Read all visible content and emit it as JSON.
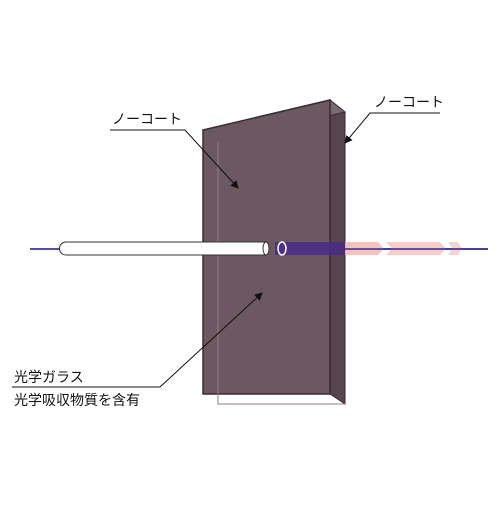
{
  "labels": {
    "front_coating": "ノーコート",
    "rear_coating": "ノーコート",
    "material_line1": "光学ガラス",
    "material_line2": "光学吸収物質を含有"
  },
  "colors": {
    "glass_face": "#6b5860",
    "glass_side": "#56454c",
    "glass_edge": "#8f7c86",
    "beam_axis": "#1a1a7a",
    "beam_inside": "#4a2a8a",
    "beam_exit": "#f2b8b0",
    "leader": "#111111"
  }
}
